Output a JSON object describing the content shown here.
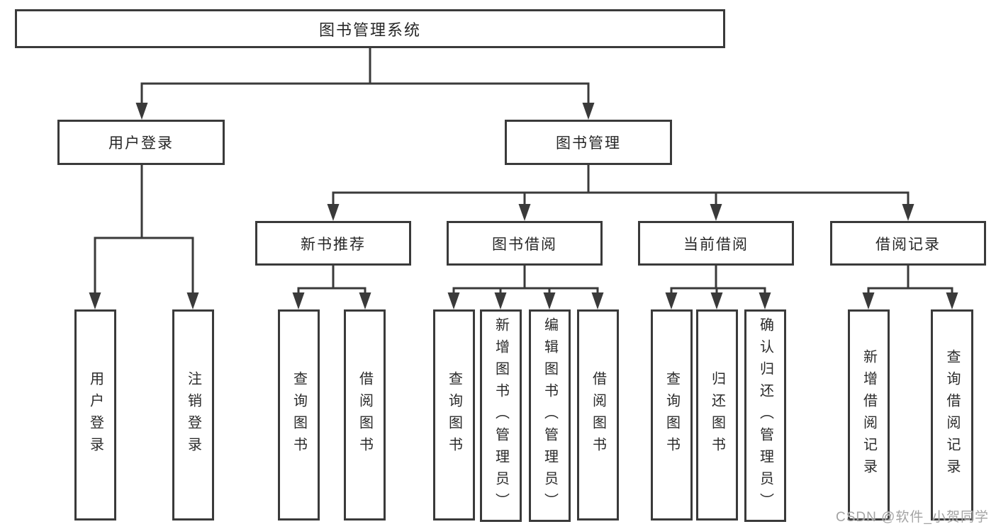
{
  "diagram": {
    "title": "图书管理系统",
    "root": {
      "label": "图书管理系统"
    },
    "level2": [
      {
        "label": "用户登录"
      },
      {
        "label": "图书管理"
      }
    ],
    "level3": [
      {
        "label": "新书推荐"
      },
      {
        "label": "图书借阅"
      },
      {
        "label": "当前借阅"
      },
      {
        "label": "借阅记录"
      }
    ],
    "level4": {
      "user_login": [
        "用户登录",
        "注销登录"
      ],
      "new_book_recommend": [
        "查询图书",
        "借阅图书"
      ],
      "book_borrow": [
        "查询图书",
        "新增图书（管理员）",
        "编辑图书（管理员）",
        "借阅图书"
      ],
      "current_borrow": [
        "查询图书",
        "归还图书",
        "确认归还（管理员）"
      ],
      "borrow_records": [
        "新增借阅记录",
        "查询借阅记录"
      ]
    }
  },
  "watermark": {
    "text": "CSDN @软件_小贺同学"
  },
  "colors": {
    "line": "#3a3a3a",
    "box_border": "#3a3a3a",
    "text": "#262626",
    "watermark_text": "#9c9c9c",
    "background": "#ffffff"
  }
}
